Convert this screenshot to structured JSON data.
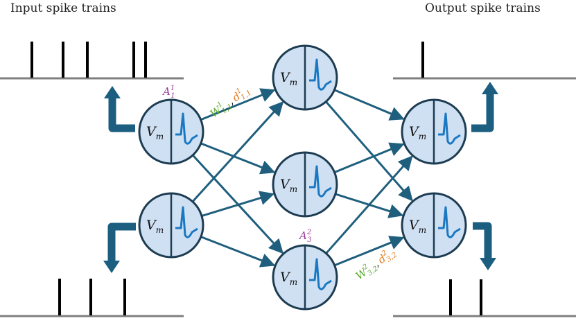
{
  "titles": {
    "input": "Input spike trains",
    "output": "Output spike trains"
  },
  "neuron_label": {
    "base": "V",
    "sub": "m"
  },
  "annotations": {
    "a11": {
      "base": "A",
      "sup": "1",
      "sub": "1"
    },
    "w11": {
      "base": "W",
      "sup": "1",
      "sub": "1,1"
    },
    "d11": {
      "base": "d",
      "sup": "1",
      "sub": "1,1"
    },
    "a32": {
      "base": "A",
      "sup": "2",
      "sub": "3"
    },
    "w32": {
      "base": "W",
      "sup": "2",
      "sub": "3,2"
    },
    "d32": {
      "base": "d",
      "sup": "2",
      "sub": "3,2"
    },
    "separator": ","
  },
  "layers": {
    "input": 2,
    "hidden": 3,
    "output": 2
  },
  "spike_trains": {
    "input_top_spikes": 5,
    "input_bottom_spikes": 3,
    "output_top_spikes": 1,
    "output_bottom_spikes": 2
  },
  "colors": {
    "neuron_fill": "#cfe0f3",
    "neuron_stroke": "#1d3c52",
    "connection": "#1f5f7d",
    "arrow": "#1b5e80",
    "spike_waveform": "#1a78c2",
    "weight_label": "#5aa92b",
    "delay_label": "#e07a1f",
    "activation_label": "#9b3d9b",
    "baseline": "#7f7f7f",
    "spike": "#000000"
  },
  "icons": {
    "neuron": "neuron-circle-icon",
    "waveform": "action-potential-icon",
    "arrow": "bent-arrow-icon"
  }
}
